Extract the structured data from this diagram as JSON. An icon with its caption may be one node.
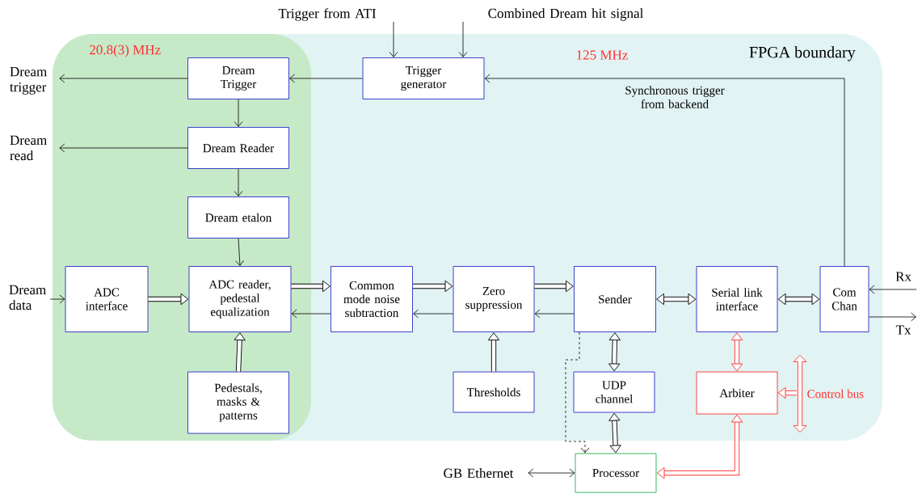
{
  "diagram": {
    "nodes": [
      {
        "text": [
          "FPGA boundary"
        ]
      },
      {
        "text": [
          "20.8(3) MHz"
        ],
        "in": 0
      },
      {
        "text": [
          "Dream Trigger"
        ],
        "in": 1
      },
      {
        "text": [
          "Dream Reader"
        ],
        "in": 1
      },
      {
        "text": [
          "Dream etalon"
        ],
        "in": 1
      },
      {
        "text": [
          "ADC interface"
        ],
        "in": 1
      },
      {
        "text": [
          "ADC reader, pedestal equalization"
        ],
        "in": 1
      },
      {
        "text": [
          "Pedestals, masks & patterns"
        ],
        "in": 1
      },
      {
        "text": [
          "Trigger generator"
        ],
        "in": 0
      },
      {
        "text": [
          "Common mode noise subtraction"
        ],
        "in": 0
      },
      {
        "text": [
          "Zero suppression"
        ],
        "in": 0
      },
      {
        "text": [
          "Thresholds"
        ],
        "in": 0
      },
      {
        "text": [
          "Sender"
        ],
        "in": 0
      },
      {
        "text": [
          "UDP channel"
        ],
        "in": 0
      },
      {
        "text": [
          "Serial link interface"
        ],
        "in": 0
      },
      {
        "text": [
          "Arbiter"
        ],
        "in": 0
      },
      {
        "text": [
          "Com Chan"
        ],
        "in": 0
      },
      {
        "text": [
          "Processor"
        ]
      },
      {
        "text": [
          "Trigger from ATI"
        ]
      },
      {
        "text": [
          "Combined Dream hit signal"
        ]
      },
      {
        "text": [
          "Dream trigger"
        ]
      },
      {
        "text": [
          "Dream read"
        ]
      },
      {
        "text": [
          "Dream data"
        ]
      },
      {
        "text": [
          "Rx"
        ]
      },
      {
        "text": [
          "Tx"
        ]
      },
      {
        "text": [
          "GB Ethernet"
        ]
      },
      {
        "text": [],
        "shape": "bar",
        "beside": [
          "Control bus"
        ],
        "in": 0
      }
    ],
    "edges": [
      {
        "from": 18,
        "to": 8,
        "arrow": "to"
      },
      {
        "from": 19,
        "to": 8,
        "arrow": "to"
      },
      {
        "from": 8,
        "to": 2,
        "arrow": "to"
      },
      {
        "from": 2,
        "to": 20,
        "arrow": "to"
      },
      {
        "from": 2,
        "to": 3,
        "arrow": "to"
      },
      {
        "from": 3,
        "to": 21,
        "arrow": "to"
      },
      {
        "from": 3,
        "to": 4,
        "arrow": "to"
      },
      {
        "from": 4,
        "to": 6,
        "arrow": "to"
      },
      {
        "from": 22,
        "to": 5,
        "arrow": "to"
      },
      {
        "from": 5,
        "to": 6,
        "arrow": "to",
        "style": "thick"
      },
      {
        "from": 7,
        "to": 6,
        "arrow": "to",
        "style": "thick"
      },
      {
        "from": 6,
        "to": 9,
        "arrow": "to",
        "style": "thick"
      },
      {
        "from": 9,
        "to": 6,
        "arrow": "to"
      },
      {
        "from": 9,
        "to": 10,
        "arrow": "to",
        "style": "thick"
      },
      {
        "from": 10,
        "to": 9,
        "arrow": "to"
      },
      {
        "from": 10,
        "to": 12,
        "arrow": "to",
        "style": "thick"
      },
      {
        "from": 12,
        "to": 10,
        "arrow": "to"
      },
      {
        "from": 11,
        "to": 10,
        "arrow": "to",
        "style": "thick"
      },
      {
        "from": 12,
        "to": 14,
        "arrow": "both",
        "style": "thick"
      },
      {
        "from": 14,
        "to": 16,
        "arrow": "both",
        "style": "thick"
      },
      {
        "from": 16,
        "to": 8,
        "arrow": "to",
        "label": "Synchronous trigger from backend"
      },
      {
        "from": 23,
        "to": 16,
        "arrow": "to"
      },
      {
        "from": 16,
        "to": 24,
        "arrow": "to"
      },
      {
        "from": 12,
        "to": 17,
        "arrow": "to",
        "style": "dashed"
      },
      {
        "from": 12,
        "to": 13,
        "arrow": "both",
        "style": "thick"
      },
      {
        "from": 13,
        "to": 17,
        "arrow": "both",
        "style": "thick"
      },
      {
        "from": 14,
        "to": 15,
        "arrow": "both",
        "style": "thick",
        "color": "#ff3030"
      },
      {
        "from": 15,
        "to": 17,
        "arrow": "both",
        "style": "thick",
        "color": "#ff3030"
      },
      {
        "from": 25,
        "to": 17,
        "arrow": "both"
      },
      {
        "from": 26,
        "to": 15,
        "arrow": "to",
        "style": "thick",
        "color": "#ff3030"
      }
    ],
    "labels": [
      "125 MHz"
    ]
  }
}
